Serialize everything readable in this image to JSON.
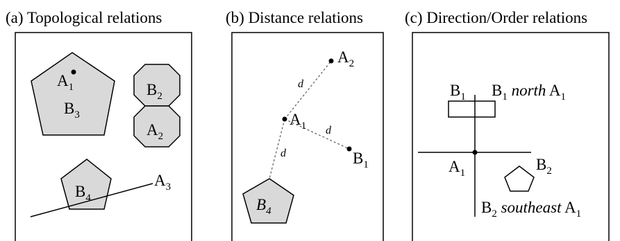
{
  "panels": {
    "a": {
      "title": "(a) Topological relations"
    },
    "b": {
      "title": "(b) Distance relations"
    },
    "c": {
      "title": "(c) Direction/Order relations"
    }
  },
  "labels": {
    "letter_A": "A",
    "letter_B": "B",
    "sub_1": "1",
    "sub_2": "2",
    "sub_3": "3",
    "sub_4": "4",
    "distance": "d",
    "north": "north",
    "southeast": "southeast"
  },
  "colors": {
    "shape_fill": "#d9d9d9",
    "stroke": "#000000",
    "dashed_line": "#666666"
  }
}
